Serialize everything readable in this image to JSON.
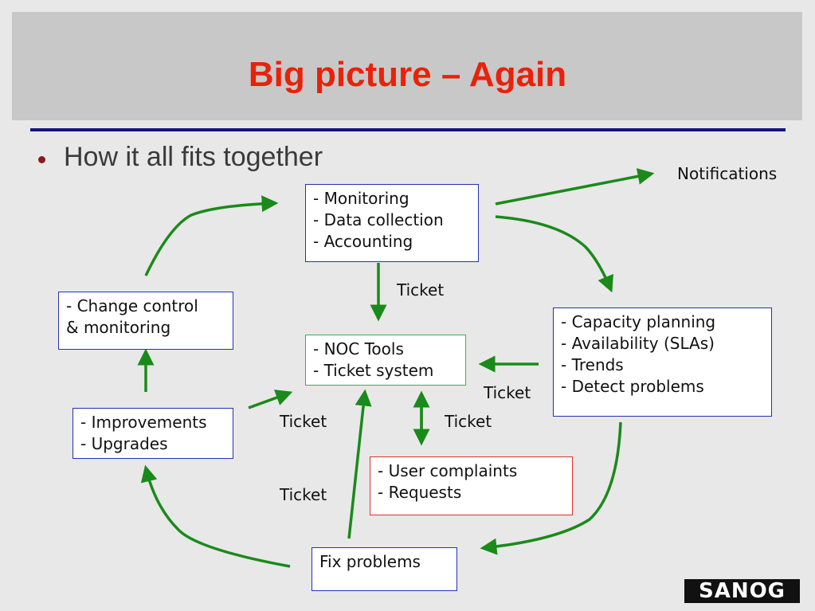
{
  "slide": {
    "title": "Big picture – Again",
    "bullet": "How it all fits together"
  },
  "diagram": {
    "boxes": {
      "monitoring": [
        "- Monitoring",
        "- Data collection",
        "- Accounting"
      ],
      "noc": [
        "- NOC Tools",
        "- Ticket system"
      ],
      "capacity": [
        "- Capacity planning",
        "- Availability (SLAs)",
        "- Trends",
        "- Detect problems"
      ],
      "change": [
        "- Change control",
        "& monitoring"
      ],
      "improvements": [
        "- Improvements",
        "- Upgrades"
      ],
      "complaints": [
        "- User complaints",
        "- Requests"
      ],
      "fix": [
        "Fix problems"
      ]
    },
    "labels": {
      "notifications": "Notifications",
      "ticket_monitoring_noc": "Ticket",
      "ticket_capacity_noc": "Ticket",
      "ticket_improvements_noc": "Ticket",
      "ticket_complaints_noc": "Ticket",
      "ticket_fix_noc": "Ticket"
    },
    "arrow_color": "#1a8a1a"
  },
  "logo": {
    "text": "SANOG"
  }
}
